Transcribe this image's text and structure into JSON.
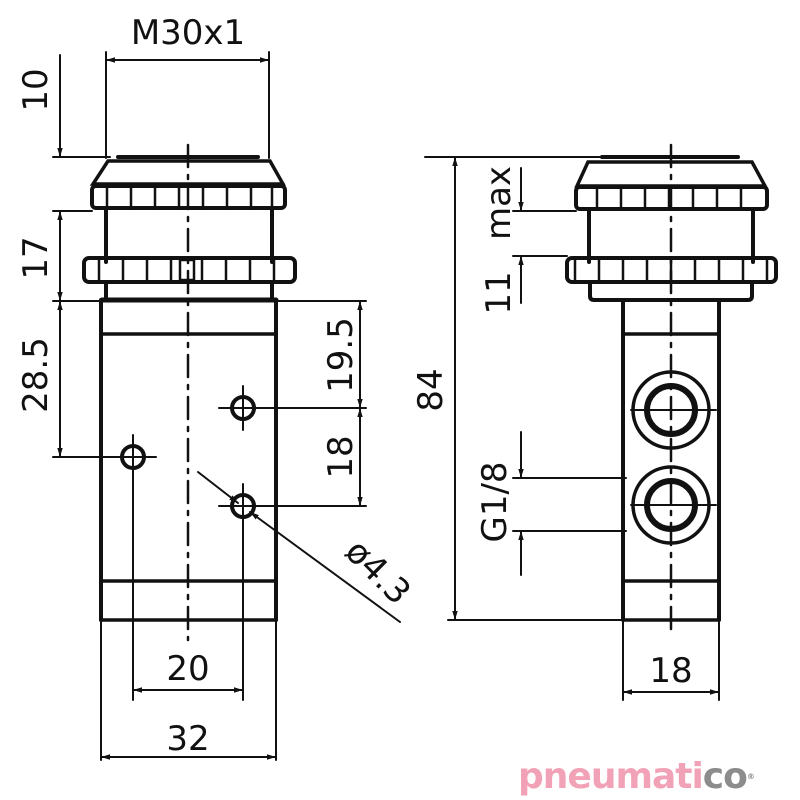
{
  "drawing": {
    "title": "Valve technical dimension drawing",
    "front_view": {
      "thread_label": "M30x1",
      "dim_top_cap": "10",
      "dim_nut_zone": "17",
      "dim_hole_offset": "28.5",
      "dim_upper_hole": "19.5",
      "dim_hole_spacing": "18",
      "dim_hole_diameter": "ø4.3",
      "dim_hole_pitch_width": "20",
      "dim_body_width": "32"
    },
    "side_view": {
      "dim_total_height": "84",
      "dim_max_label": "max",
      "dim_nut_max": "11",
      "dim_port_thread": "G1/8",
      "dim_body_depth": "18"
    }
  },
  "logo": {
    "text_main": "pneumati",
    "text_suffix": "co",
    "registered": "®",
    "colors": {
      "main": "#f2a2b6",
      "suffix": "#8c8c8c"
    }
  }
}
